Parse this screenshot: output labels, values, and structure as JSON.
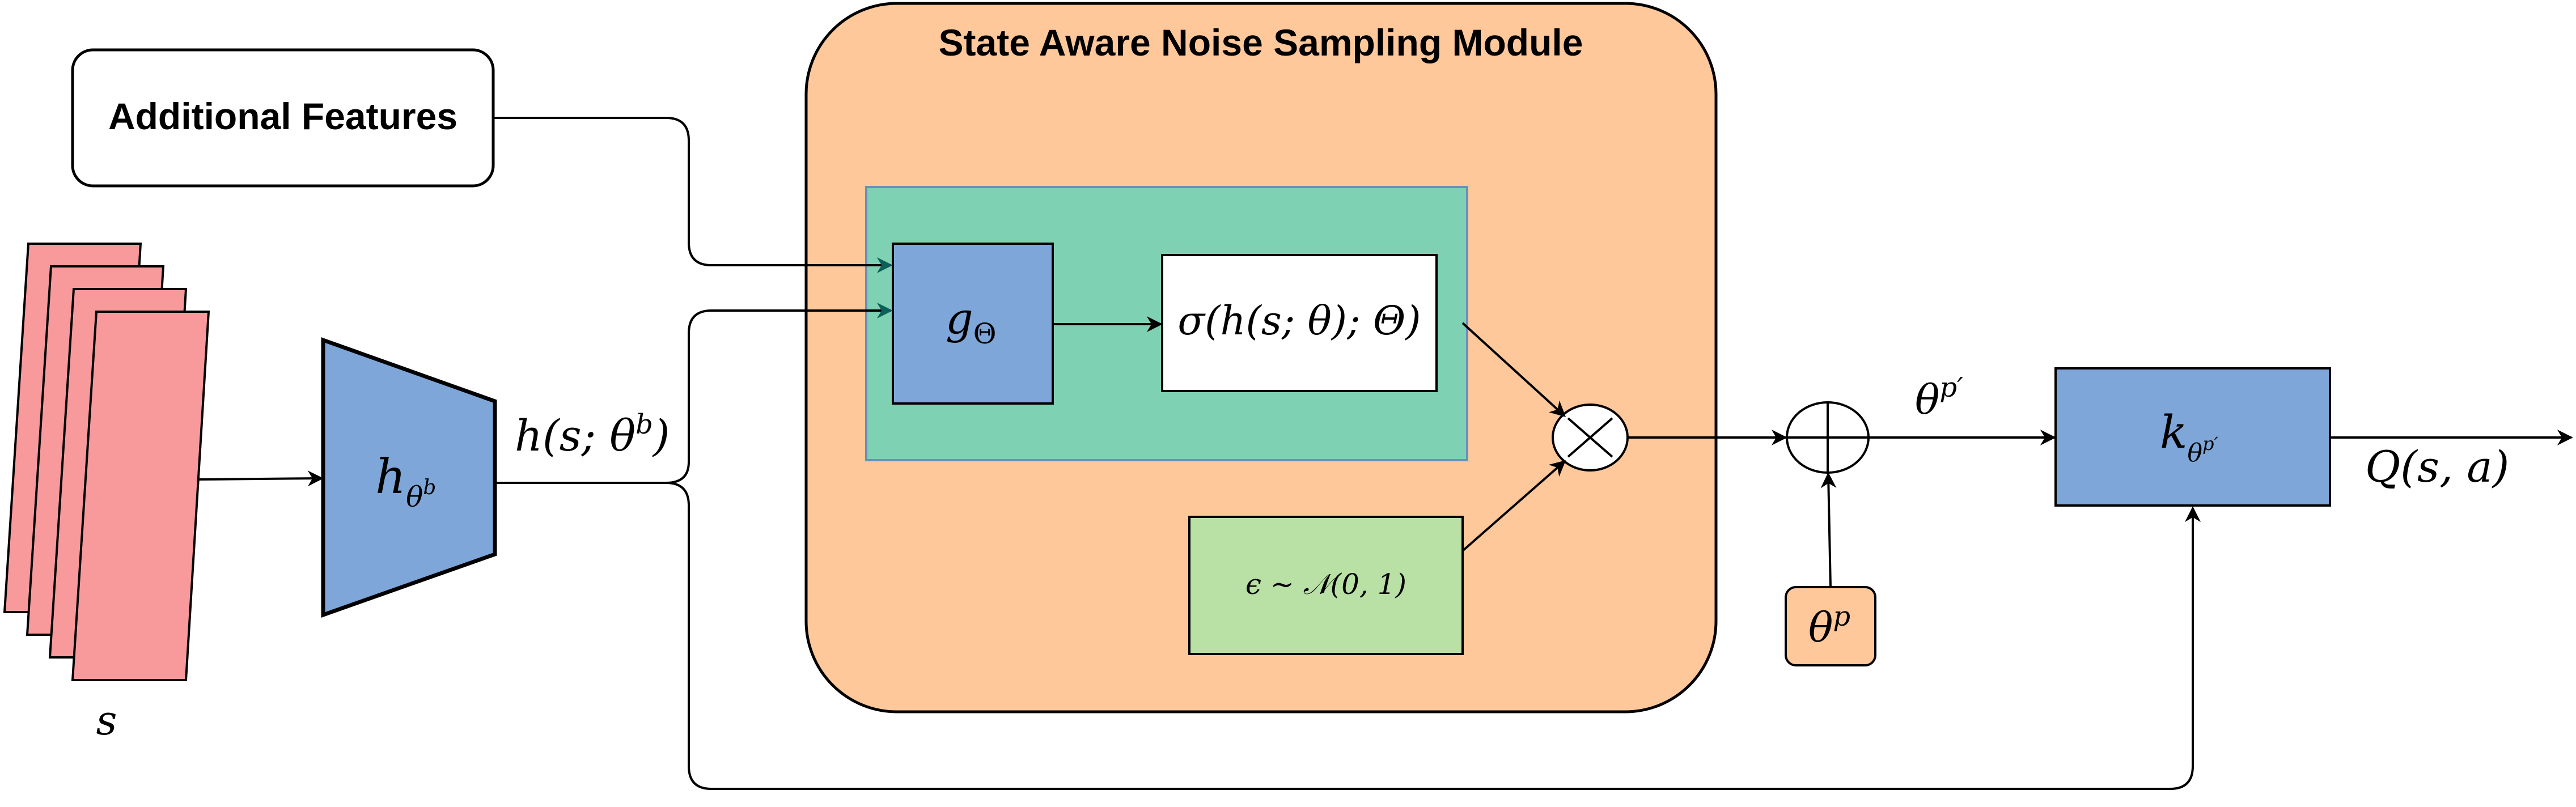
{
  "module": {
    "title": "State Aware Noise Sampling Module"
  },
  "additional_features": {
    "label": "Additional Features"
  },
  "input": {
    "label": "s"
  },
  "encoder": {
    "symbol": "h",
    "sub": "θ",
    "subsup": "b"
  },
  "encoder_output": {
    "pre": "h(s; θ",
    "sup": "b",
    "post": ")"
  },
  "g_block": {
    "symbol": "g",
    "sub": "Θ"
  },
  "sigma_block": {
    "label": "σ(h(s; θ); Θ)"
  },
  "epsilon_block": {
    "label": "ϵ ∼ 𝒩(0, 1)"
  },
  "multiply_op": {
    "symbol": "⊗"
  },
  "add_op": {
    "symbol": "⊕"
  },
  "theta_p": {
    "symbol": "θ",
    "sup": "p"
  },
  "theta_p_prime": {
    "symbol": "θ",
    "sup": "p′"
  },
  "k_block": {
    "symbol": "k",
    "sub": "θ",
    "subsup": "p′"
  },
  "output": {
    "label": "Q(s, a)"
  },
  "colors": {
    "module_fill": "#FFC89B",
    "inner_fill": "#7FD1B3",
    "inner_stroke": "#6C8EBF",
    "blue_block": "#7EA6D9",
    "green_block": "#B9E0A5",
    "input_frames": "#F8999C",
    "arrow_teal": "#0E5E5A",
    "stroke": "#000000"
  }
}
